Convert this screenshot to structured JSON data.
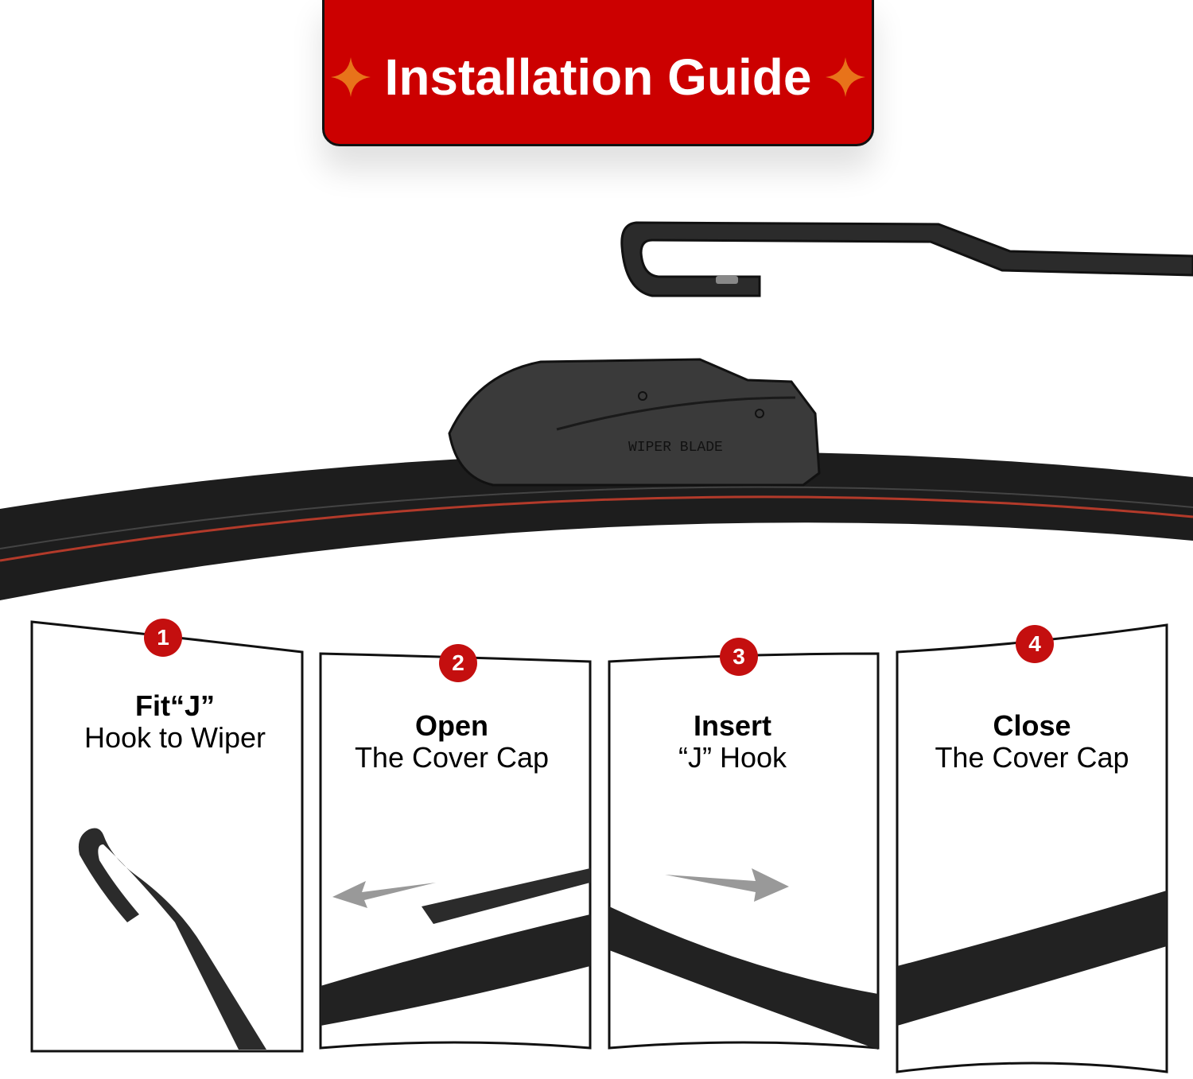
{
  "header": {
    "title": "Installation Guide",
    "accent_color": "#cc0000",
    "star_color": "#e8731a"
  },
  "product": {
    "adapter_label": "WIPER BLADE"
  },
  "steps": [
    {
      "number": "1",
      "title": "Fit“J”",
      "subtitle": "Hook to Wiper"
    },
    {
      "number": "2",
      "title": "Open",
      "subtitle": "The Cover Cap"
    },
    {
      "number": "3",
      "title": "Insert",
      "subtitle": "“J” Hook"
    },
    {
      "number": "4",
      "title": "Close",
      "subtitle": "The Cover Cap"
    }
  ]
}
